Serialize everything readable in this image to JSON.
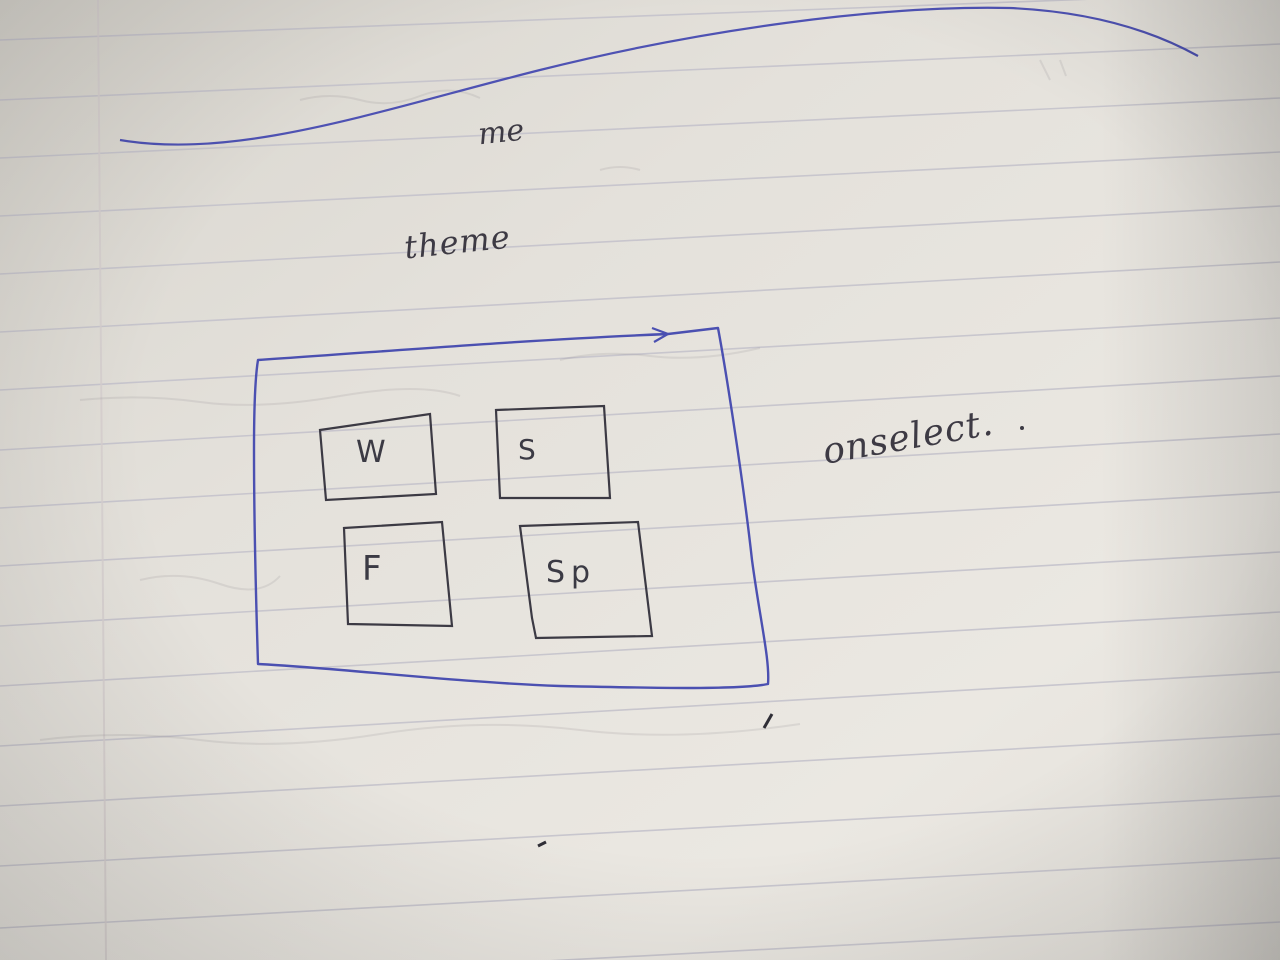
{
  "notebook_page": {
    "handwriting": {
      "top_word": "me",
      "heading": "theme",
      "side_note": "onselect."
    },
    "sketch": {
      "tiles": [
        {
          "label": "W"
        },
        {
          "label": "S"
        },
        {
          "label": "F"
        },
        {
          "label": "Sp"
        }
      ]
    },
    "colors": {
      "paper": "#e9e6e0",
      "paper_shadow": "#bfbbb3",
      "rule_line": "#c6c4cd",
      "margin_line": "#d5cfcf",
      "blue_ink": "#4a4fb0",
      "pencil": "#3c3a44"
    }
  }
}
